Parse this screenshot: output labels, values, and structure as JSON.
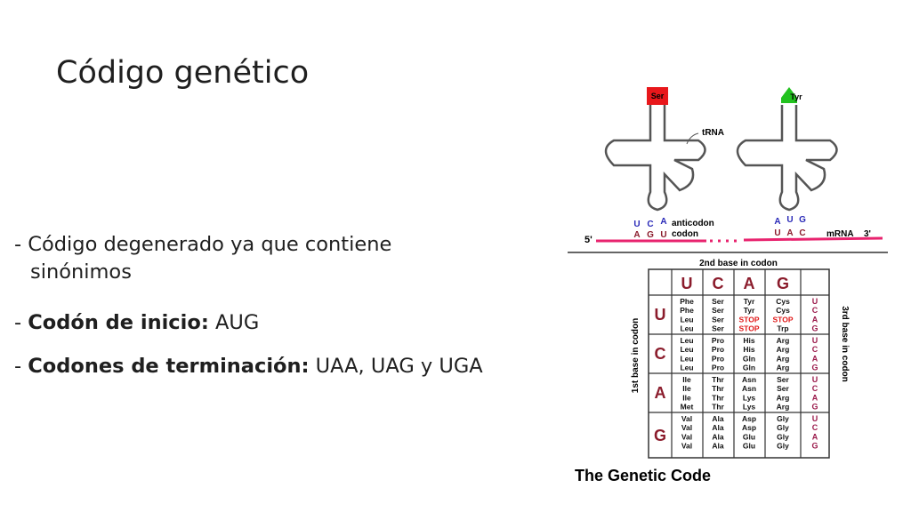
{
  "slide": {
    "title": "Código genético",
    "bullets": [
      {
        "prefix": "- ",
        "bold": "",
        "text": "Código degenerado ya que contiene",
        "cont": "sinónimos"
      },
      {
        "prefix": "- ",
        "bold": "Codón de inicio:",
        "text": " AUG",
        "cont": ""
      },
      {
        "prefix": "- ",
        "bold": "Codones de terminación:",
        "text": " UAA, UAG y UGA",
        "cont": ""
      }
    ]
  },
  "figure": {
    "trna_left": {
      "aa": "Ser",
      "color": "#e8171b",
      "anticodon": [
        "U",
        "C",
        "A"
      ],
      "codon": [
        "A",
        "G",
        "U"
      ]
    },
    "trna_right": {
      "aa": "Tyr",
      "color": "#22c21f",
      "anticodon": [
        "A",
        "U",
        "G"
      ],
      "codon": [
        "U",
        "A",
        "C"
      ]
    },
    "label_trna": "tRNA",
    "label_anticodon": "anticodon",
    "label_codon": "codon",
    "label_5": "5'",
    "label_mrna": "mRNA",
    "label_3": "3'",
    "table_header_second": "2nd base in codon",
    "table_header_first": "1st base in codon",
    "table_header_third": "3rd base in codon",
    "bases": [
      "U",
      "C",
      "A",
      "G"
    ],
    "caption": "The Genetic Code",
    "cells": [
      [
        [
          "Phe",
          "Phe",
          "Leu",
          "Leu"
        ],
        [
          "Ser",
          "Ser",
          "Ser",
          "Ser"
        ],
        [
          "Tyr",
          "Tyr",
          "STOP",
          "STOP"
        ],
        [
          "Cys",
          "Cys",
          "STOP",
          "Trp"
        ]
      ],
      [
        [
          "Leu",
          "Leu",
          "Leu",
          "Leu"
        ],
        [
          "Pro",
          "Pro",
          "Pro",
          "Pro"
        ],
        [
          "His",
          "His",
          "Gln",
          "Gln"
        ],
        [
          "Arg",
          "Arg",
          "Arg",
          "Arg"
        ]
      ],
      [
        [
          "Ile",
          "Ile",
          "Ile",
          "Met"
        ],
        [
          "Thr",
          "Thr",
          "Thr",
          "Thr"
        ],
        [
          "Asn",
          "Asn",
          "Lys",
          "Lys"
        ],
        [
          "Ser",
          "Ser",
          "Arg",
          "Arg"
        ]
      ],
      [
        [
          "Val",
          "Val",
          "Val",
          "Val"
        ],
        [
          "Ala",
          "Ala",
          "Ala",
          "Ala"
        ],
        [
          "Asp",
          "Asp",
          "Glu",
          "Glu"
        ],
        [
          "Gly",
          "Gly",
          "Gly",
          "Gly"
        ]
      ]
    ],
    "colors": {
      "base_header": "#8b1c2c",
      "third_base": "#9b1a4b",
      "stop": "#e01b1b",
      "anticodon": "#2a2ab8",
      "mrna_line": "#e8236e"
    }
  }
}
